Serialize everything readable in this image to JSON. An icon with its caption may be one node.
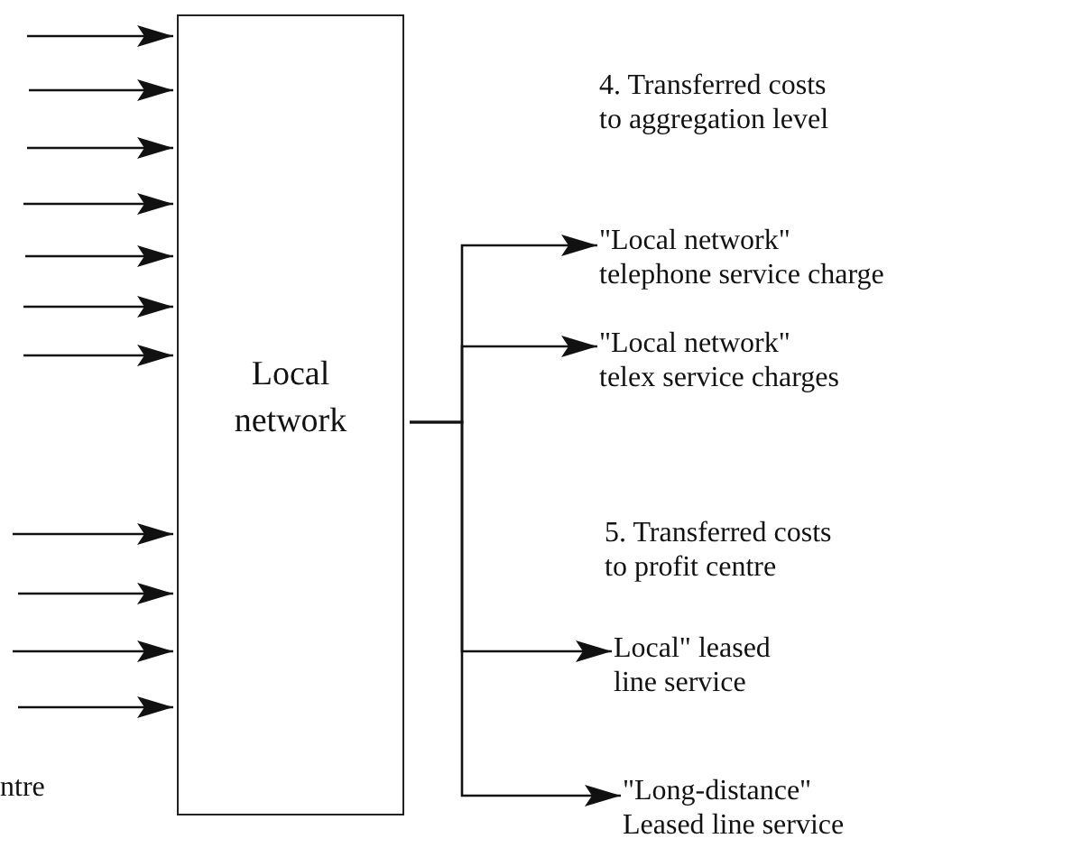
{
  "diagram": {
    "nodes": [
      {
        "text": [
          "Local network"
        ]
      },
      {
        "text": [
          "\"Local network\" telephone service charge"
        ]
      },
      {
        "text": [
          "\"Local network\" telex service charges"
        ]
      },
      {
        "text": [
          "Local\" leased line service"
        ]
      },
      {
        "text": [
          "\"Long-distance\" Leased line service"
        ]
      }
    ],
    "edges": [
      {
        "from": null,
        "to": 0,
        "arrow": "to"
      },
      {
        "from": null,
        "to": 0,
        "arrow": "to"
      },
      {
        "from": null,
        "to": 0,
        "arrow": "to"
      },
      {
        "from": null,
        "to": 0,
        "arrow": "to"
      },
      {
        "from": null,
        "to": 0,
        "arrow": "to"
      },
      {
        "from": null,
        "to": 0,
        "arrow": "to"
      },
      {
        "from": null,
        "to": 0,
        "arrow": "to"
      },
      {
        "from": null,
        "to": 0,
        "arrow": "to"
      },
      {
        "from": null,
        "to": 0,
        "arrow": "to"
      },
      {
        "from": null,
        "to": 0,
        "arrow": "to"
      },
      {
        "from": null,
        "to": 0,
        "arrow": "to"
      },
      {
        "from": 0,
        "to": 1,
        "arrow": "to"
      },
      {
        "from": 0,
        "to": 2,
        "arrow": "to"
      },
      {
        "from": 0,
        "to": 3,
        "arrow": "to"
      },
      {
        "from": 0,
        "to": 4,
        "arrow": "to"
      }
    ],
    "labels": [
      "4. Transferred costs to aggregation level",
      "5. Transferred costs to profit centre",
      "ntre"
    ]
  }
}
